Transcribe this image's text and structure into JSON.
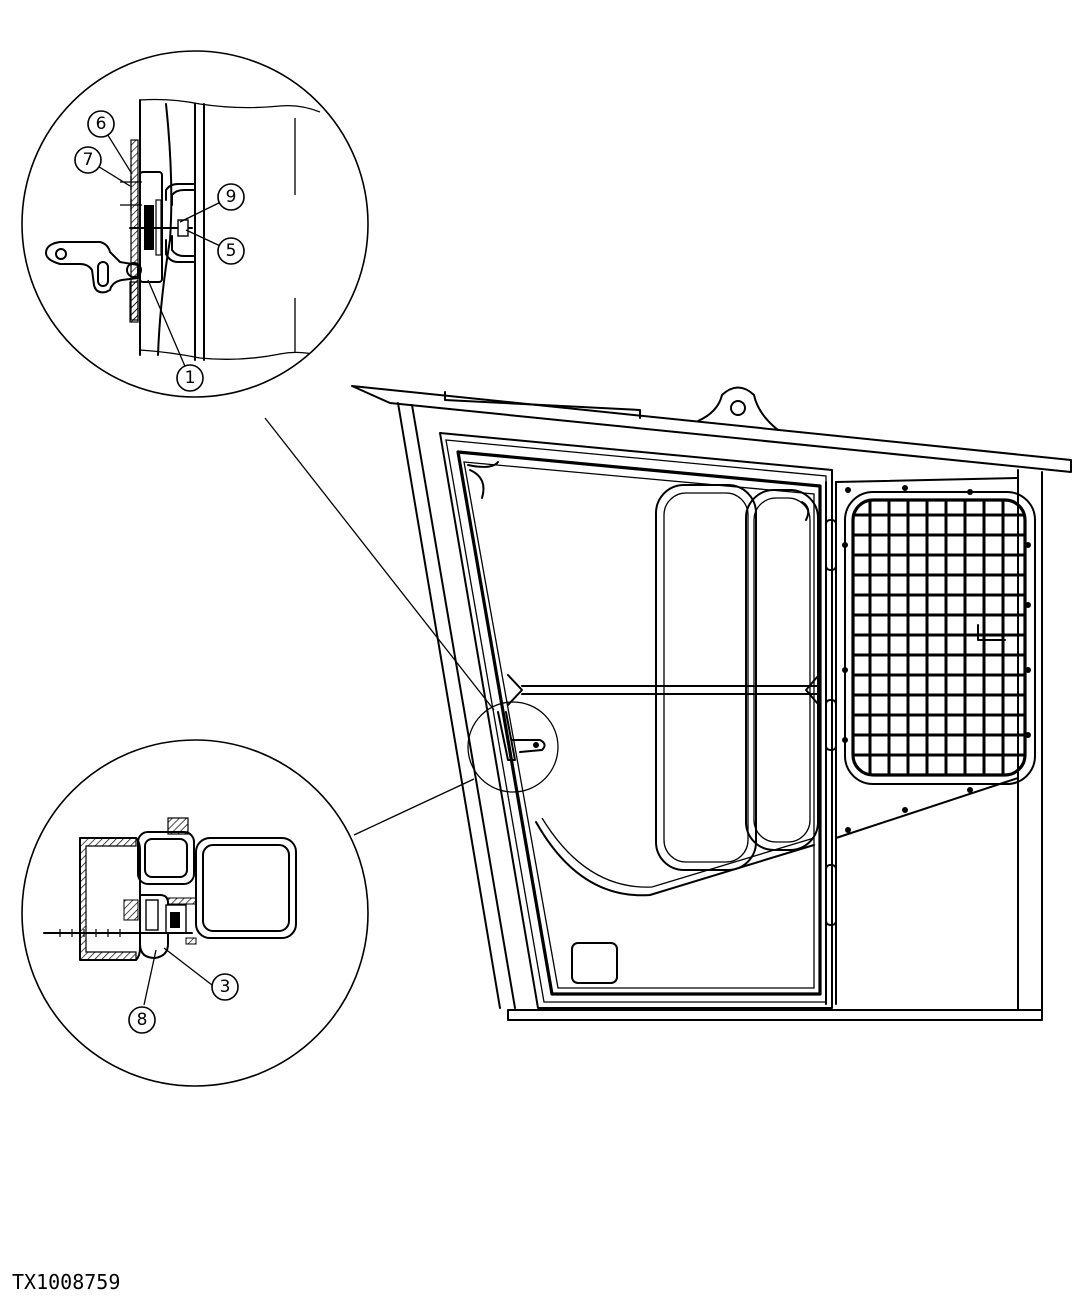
{
  "figure": {
    "id_label": "TX1008759"
  },
  "callouts": {
    "c1": "1",
    "c3": "3",
    "c5": "5",
    "c6": "6",
    "c7": "7",
    "c8": "8",
    "c9": "9"
  }
}
